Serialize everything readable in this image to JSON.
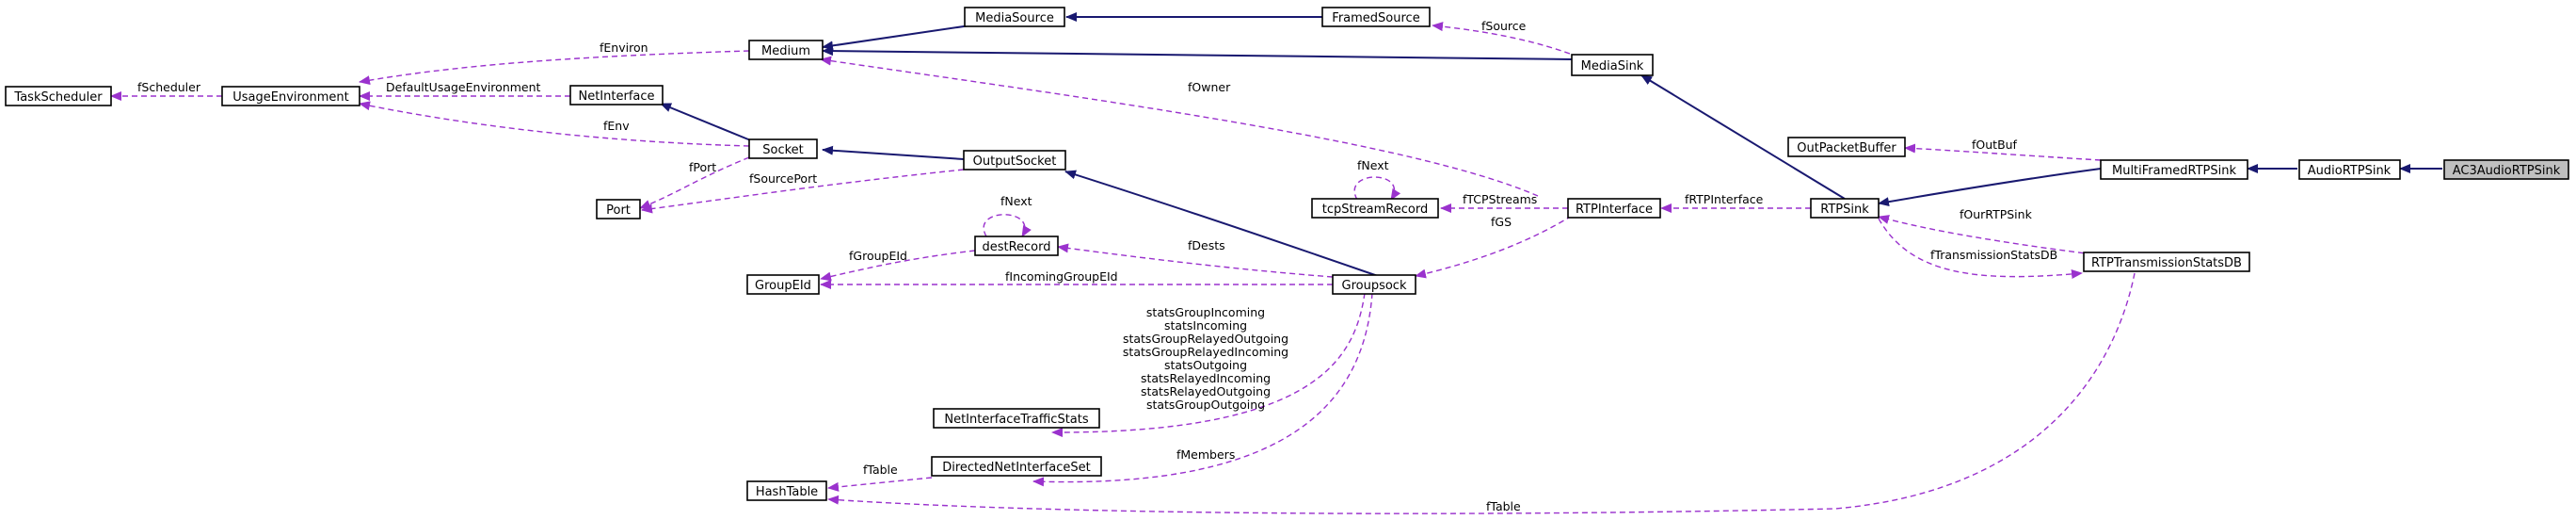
{
  "nodes": {
    "ac3": "AC3AudioRTPSink",
    "audio": "AudioRTPSink",
    "multi": "MultiFramedRTPSink",
    "outpacket": "OutPacketBuffer",
    "rtpsink": "RTPSink",
    "rtptx": "RTPTransmissionStatsDB",
    "mediasink": "MediaSink",
    "framed": "FramedSource",
    "mediasource": "MediaSource",
    "medium": "Medium",
    "usage": "UsageEnvironment",
    "task": "TaskScheduler",
    "netif": "NetInterface",
    "socket": "Socket",
    "port": "Port",
    "outsock": "OutputSocket",
    "rtpif": "RTPInterface",
    "tcp": "tcpStreamRecord",
    "groupsock": "Groupsock",
    "dest": "destRecord",
    "groupeid": "GroupEId",
    "netstats": "NetInterfaceTrafficStats",
    "directed": "DirectedNetInterfaceSet",
    "hashtable": "HashTable"
  },
  "edge_labels": {
    "fOutBuf": "fOutBuf",
    "fRTPInterface": "fRTPInterface",
    "fOurRTPSink": "fOurRTPSink",
    "fTransmissionStatsDB": "fTransmissionStatsDB",
    "fSource": "fSource",
    "fOwner": "fOwner",
    "fEnviron": "fEnviron",
    "fScheduler": "fScheduler",
    "DefaultUsageEnvironment": "DefaultUsageEnvironment",
    "fEnv": "fEnv",
    "fPort": "fPort",
    "fSourcePort": "fSourcePort",
    "fTCPStreams": "fTCPStreams",
    "fNext_tcp": "fNext",
    "fGS": "fGS",
    "fNext_dest": "fNext",
    "fDests": "fDests",
    "fGroupEId": "fGroupEId",
    "fIncomingGroupEId": "fIncomingGroupEId",
    "stats": [
      "statsGroupIncoming",
      "statsIncoming",
      "statsGroupRelayedOutgoing",
      "statsGroupRelayedIncoming",
      "statsOutgoing",
      "statsRelayedIncoming",
      "statsRelayedOutgoing",
      "statsGroupOutgoing"
    ],
    "fMembers": "fMembers",
    "fTable_directed": "fTable",
    "fTable_rtptx": "fTable"
  },
  "colors": {
    "inheritance": "#191970",
    "usage": "#9a32cd",
    "focus_fill": "#bfbfbf"
  }
}
